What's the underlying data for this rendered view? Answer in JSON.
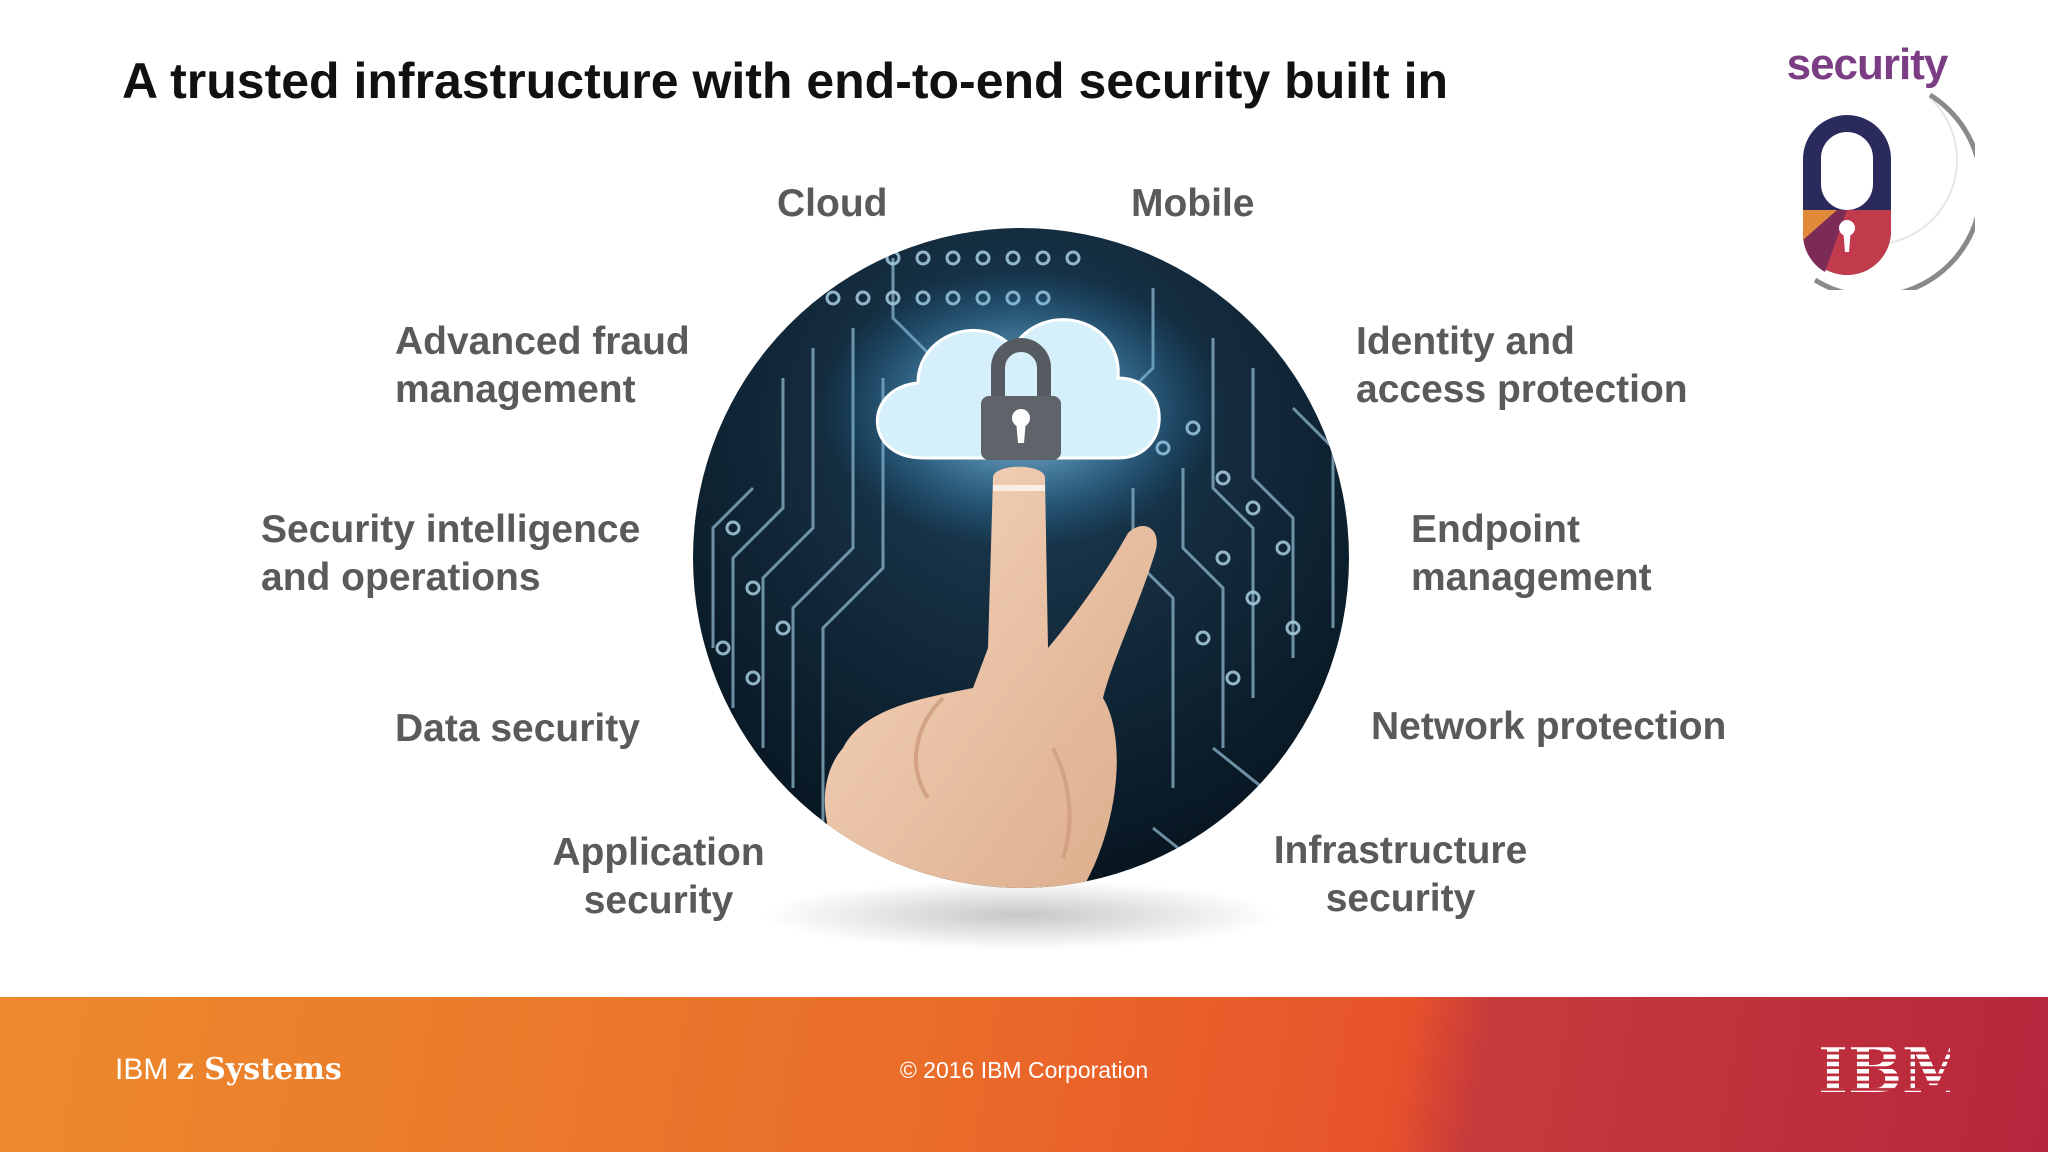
{
  "header": {
    "title": "A trusted infrastructure with end-to-end security built in"
  },
  "badge": {
    "text": "security",
    "icon": "padlock-icon",
    "colors": {
      "purple": "#7b3d83",
      "red": "#c23b4c",
      "navy": "#2b2a5c"
    }
  },
  "labels": {
    "cloud": "Cloud",
    "mobile": "Mobile",
    "fraud": [
      "Advanced fraud",
      "management"
    ],
    "identity": [
      "Identity and",
      "access protection"
    ],
    "intelligence": [
      "Security intelligence",
      "and operations"
    ],
    "endpoint": [
      "Endpoint",
      "management"
    ],
    "data": "Data security",
    "network": "Network protection",
    "application": [
      "Application",
      "security"
    ],
    "infrastructure": [
      "Infrastructure",
      "security"
    ]
  },
  "hero": {
    "icons": [
      "circuit-board-image",
      "cloud-icon",
      "lock-icon",
      "pointing-hand-image"
    ]
  },
  "footer": {
    "brand_light": "IBM",
    "brand_bold": "z Systems",
    "copyright": "© 2016 IBM Corporation",
    "logo_text": "IBM"
  }
}
